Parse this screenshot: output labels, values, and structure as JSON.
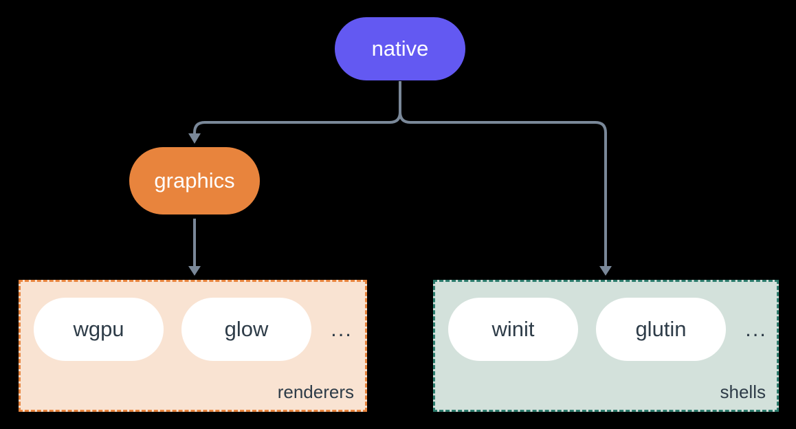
{
  "colors": {
    "background": "#000000",
    "native-fill": "#6359F2",
    "graphics-fill": "#E8843D",
    "renderers-bg": "#F9E3D2",
    "renderers-border": "#E8843D",
    "shells-bg": "#D3E1DB",
    "shells-border": "#2B7B6C",
    "pill-bg": "#FFFFFF",
    "node-text": "#FFFFFF",
    "dark-text": "#2E3C48",
    "connector": "#7A8899"
  },
  "diagram": {
    "root": {
      "label": "native"
    },
    "graphics": {
      "label": "graphics"
    },
    "groups": {
      "renderers": {
        "label": "renderers",
        "items": [
          "wgpu",
          "glow"
        ],
        "ellipsis": "..."
      },
      "shells": {
        "label": "shells",
        "items": [
          "winit",
          "glutin"
        ],
        "ellipsis": "..."
      }
    }
  }
}
